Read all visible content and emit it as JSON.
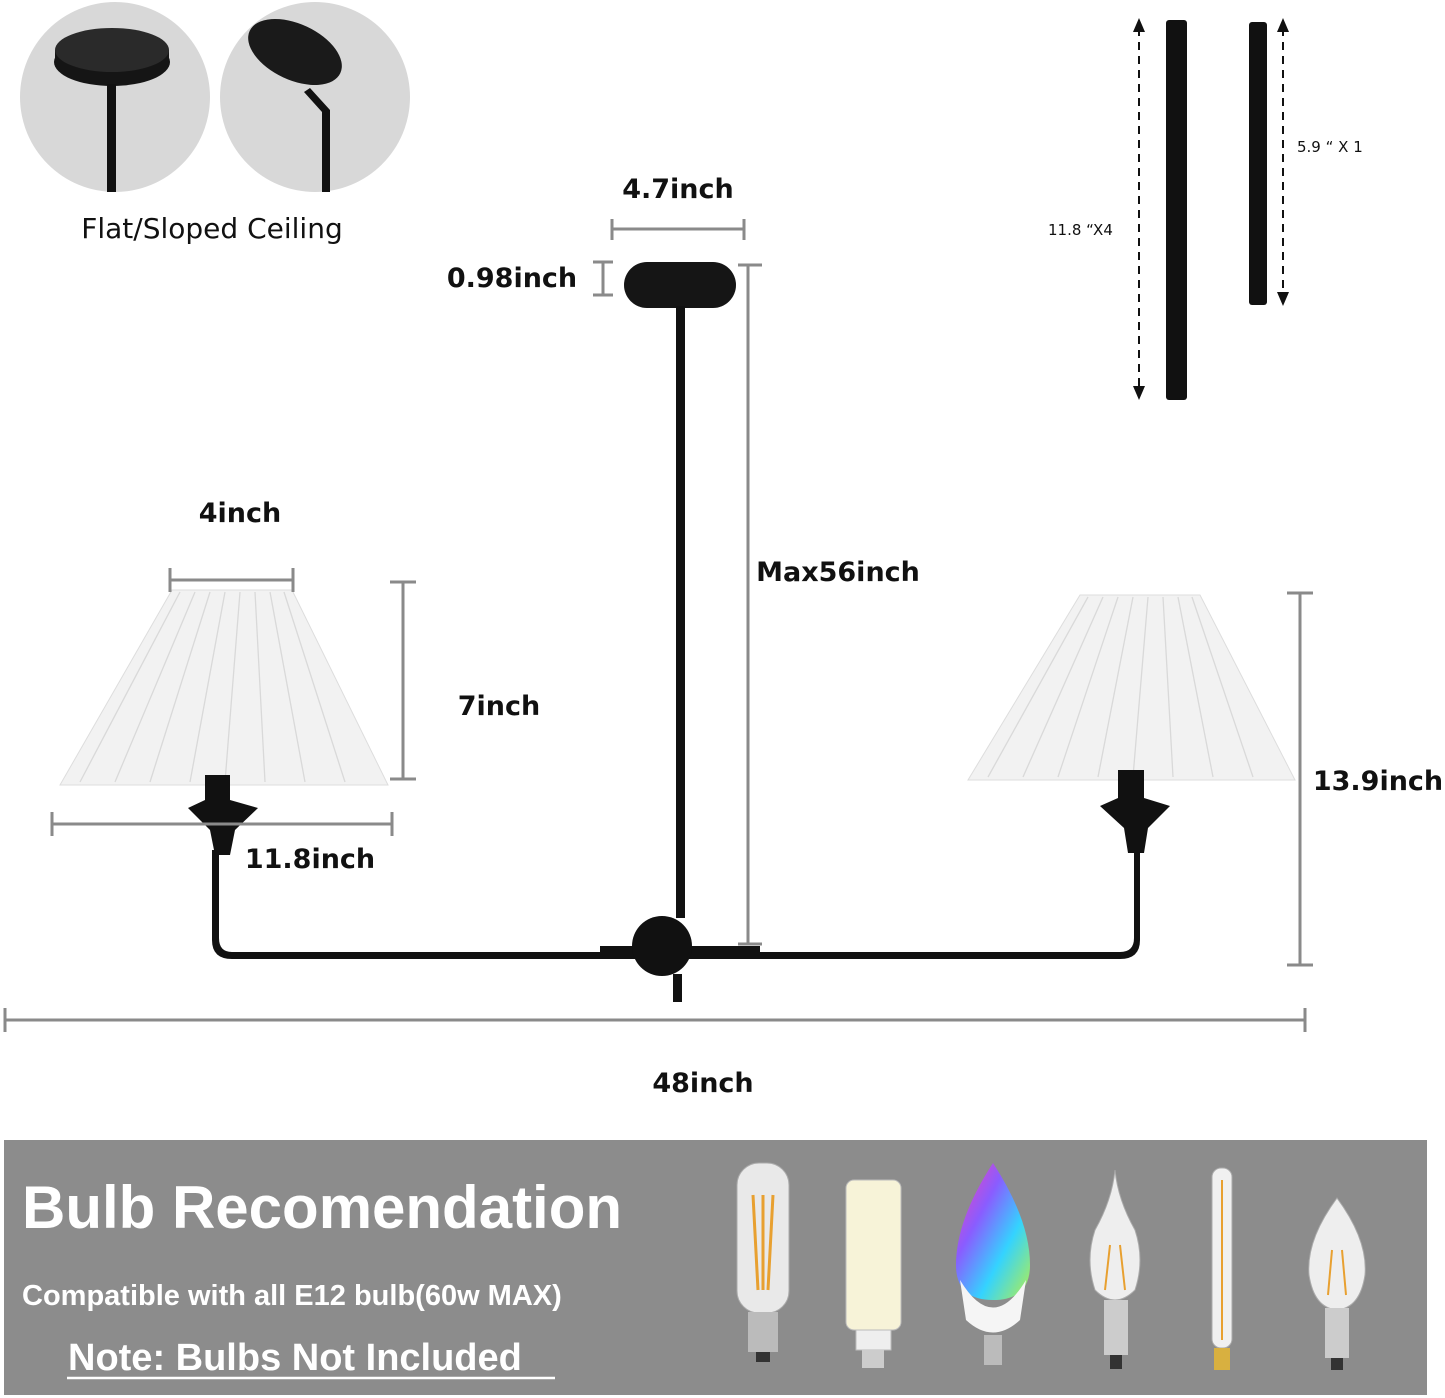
{
  "ceiling": {
    "label": "Flat/Sloped Ceiling"
  },
  "rods": {
    "long_label": "11.8 “X4",
    "short_label": "5.9 “ X 1"
  },
  "dimensions": {
    "canopy_width": "4.7inch",
    "canopy_height": "0.98inch",
    "max_height": "Max56inch",
    "shade_top": "4inch",
    "shade_height": "7inch",
    "shade_bottom": "11.8inch",
    "fixture_height": "13.9inch",
    "total_width": "48inch"
  },
  "banner": {
    "title": "Bulb Recomendation",
    "subtitle": "Compatible with all E12 bulb(60w MAX)",
    "note": "Note: Bulbs Not Included"
  },
  "colors": {
    "banner": "#8c8c8c",
    "dimension_line": "#8a8a8a",
    "fixture": "#111111",
    "shade": "#f2f2f2"
  },
  "bulbs": [
    "tubular-filament-bulb",
    "led-corn-bulb",
    "rgb-smart-bulb",
    "flame-tip-candle-bulb",
    "long-tube-bulb",
    "candle-filament-bulb"
  ]
}
